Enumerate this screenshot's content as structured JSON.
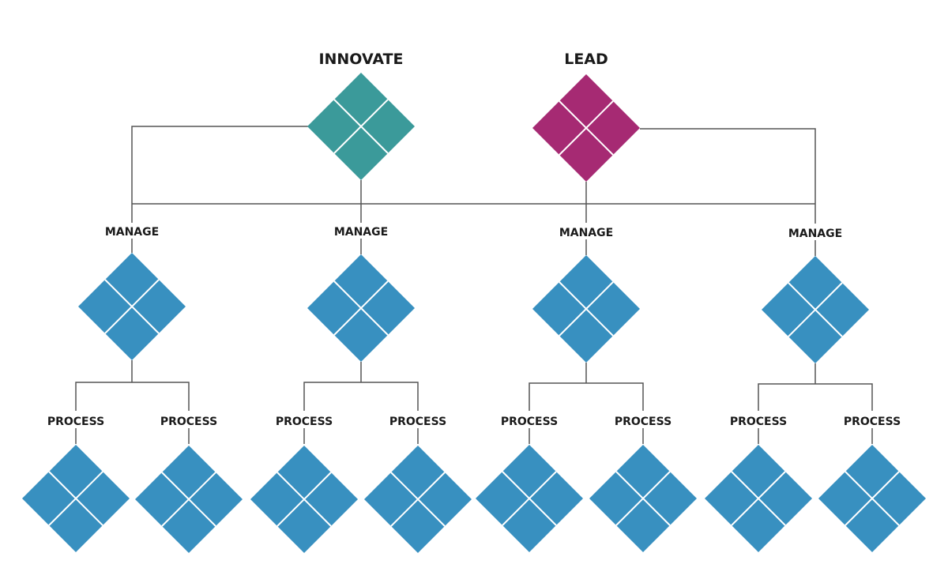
{
  "colors": {
    "innovate": "#3b9a9a",
    "lead": "#a62a73",
    "node": "#3890c0",
    "line": "#555555"
  },
  "labels": {
    "innovate": "INNOVATE",
    "lead": "LEAD",
    "manage": [
      "MANAGE",
      "MANAGE",
      "MANAGE",
      "MANAGE"
    ],
    "process": [
      "PROCESS",
      "PROCESS",
      "PROCESS",
      "PROCESS",
      "PROCESS",
      "PROCESS",
      "PROCESS",
      "PROCESS"
    ]
  }
}
